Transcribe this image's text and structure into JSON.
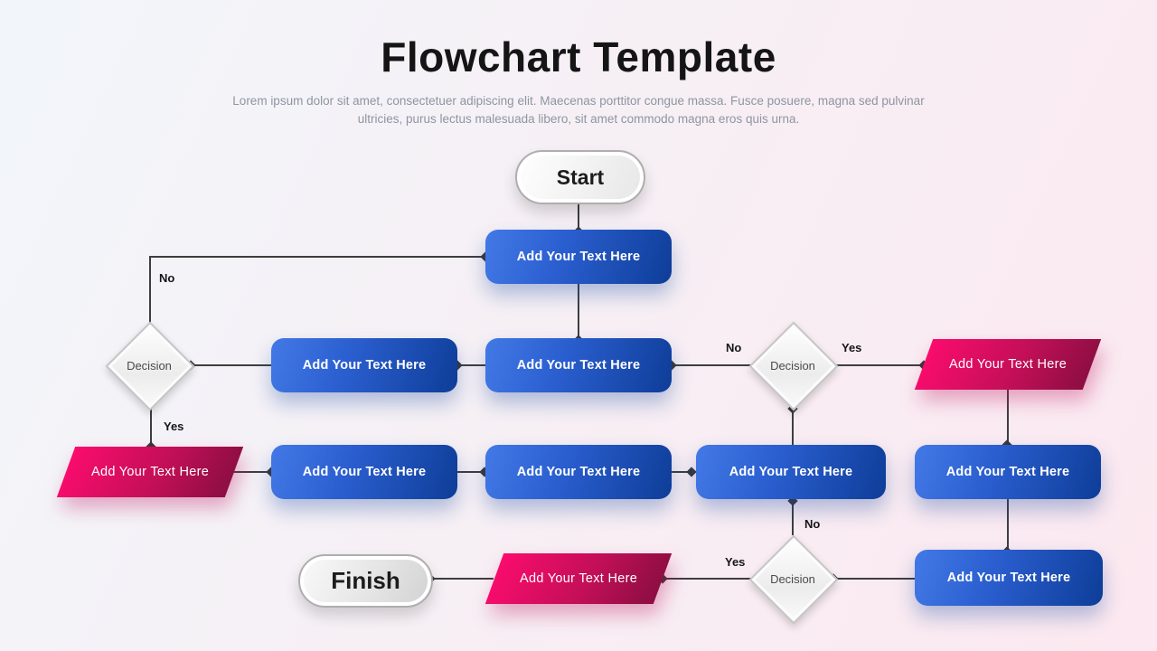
{
  "title": "Flowchart Template",
  "subtitle": [
    "Lorem ipsum dolor sit amet, consectetuer adipiscing elit. Maecenas porttitor congue massa. Fusce posuere, magna sed pulvinar",
    "ultricies, purus lectus malesuada libero, sit amet commodo magna eros quis urna."
  ],
  "nodes": [
    {
      "id": "start",
      "type": "terminator",
      "label": "Start"
    },
    {
      "id": "process-1",
      "type": "process",
      "label": "Add Your Text Here"
    },
    {
      "id": "decision-1",
      "type": "decision",
      "label": "Decision"
    },
    {
      "id": "process-2",
      "type": "process",
      "label": "Add Your Text Here"
    },
    {
      "id": "process-3",
      "type": "process",
      "label": "Add Your Text Here"
    },
    {
      "id": "decision-2",
      "type": "decision",
      "label": "Decision"
    },
    {
      "id": "io-1",
      "type": "input-output",
      "label": "Add Your Text Here"
    },
    {
      "id": "io-2",
      "type": "input-output",
      "label": "Add Your Text Here"
    },
    {
      "id": "process-4",
      "type": "process",
      "label": "Add Your Text Here"
    },
    {
      "id": "process-5",
      "type": "process",
      "label": "Add Your Text Here"
    },
    {
      "id": "process-6",
      "type": "process",
      "label": "Add Your Text Here"
    },
    {
      "id": "process-7",
      "type": "process",
      "label": "Add Your Text Here"
    },
    {
      "id": "process-8",
      "type": "process",
      "label": "Add Your Text Here"
    },
    {
      "id": "decision-3",
      "type": "decision",
      "label": "Decision"
    },
    {
      "id": "io-3",
      "type": "input-output",
      "label": "Add Your Text Here"
    },
    {
      "id": "finish",
      "type": "terminator",
      "label": "Finish"
    }
  ],
  "edge_labels": [
    {
      "id": "no-1",
      "text": "No"
    },
    {
      "id": "yes-1",
      "text": "Yes"
    },
    {
      "id": "no-2",
      "text": "No"
    },
    {
      "id": "yes-2",
      "text": "Yes"
    },
    {
      "id": "no-3",
      "text": "No"
    },
    {
      "id": "yes-3",
      "text": "Yes"
    }
  ],
  "colors": {
    "process_gradient": [
      "#4379e6",
      "#0e3d98"
    ],
    "io_gradient": [
      "#fa0c6d",
      "#8c0e42"
    ],
    "background_gradient": [
      "#f2f6fb",
      "#fce8f0"
    ],
    "connector": "#3e3e3e",
    "title_text": "#151515",
    "subtitle_text": "#8e95a1"
  }
}
